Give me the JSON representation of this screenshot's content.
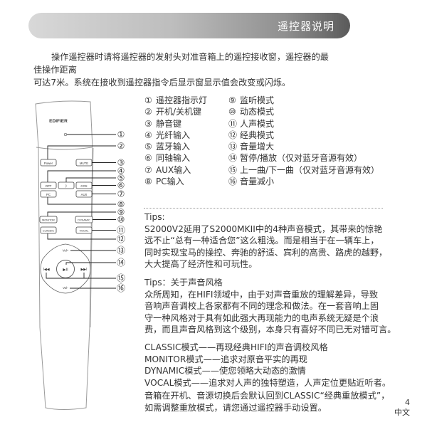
{
  "header": {
    "title": "遥控器说明",
    "gradient_colors": [
      "#d8d8d8",
      "#bdbdbd",
      "#8f8f8f",
      "#5a5a5a"
    ]
  },
  "intro": {
    "line1": "操作遥控器时请将遥控器的发射头对准音箱上的遥控接收窗，遥控器的最佳操作距离",
    "line2": "可达7米。系统在接收到遥控器指令后显示窗显示值会改变或闪烁。"
  },
  "remote": {
    "brand": "EDIFIER",
    "buttons": {
      "power": "Power",
      "mute": "MUTE",
      "opt": "OPT",
      "bt": "ᛒ",
      "cox": "COX",
      "pc": "PC",
      "aux": "AUX",
      "monitor": "MONITOR",
      "dynamic": "DYNAMIC",
      "classic": "CLASSIC",
      "vocal": "VOCAL",
      "vol_up": "Vol+",
      "vol_down": "Vol-",
      "play_pause": "▶II",
      "prev": "I◀◀",
      "next": "▶▶I"
    },
    "callouts": [
      "①",
      "②",
      "③",
      "④",
      "⑤",
      "⑥",
      "⑦",
      "⑧",
      "⑨",
      "⑩",
      "⑪",
      "⑫",
      "⑬",
      "⑭",
      "⑮",
      "⑯"
    ]
  },
  "legend": {
    "col1": [
      {
        "num": "①",
        "label": "遥控器指示灯"
      },
      {
        "num": "②",
        "label": "开机/关机键"
      },
      {
        "num": "③",
        "label": "静音键"
      },
      {
        "num": "④",
        "label": "光纤输入"
      },
      {
        "num": "⑤",
        "label": "蓝牙输入"
      },
      {
        "num": "⑥",
        "label": "同轴输入"
      },
      {
        "num": "⑦",
        "label": "AUX输入"
      },
      {
        "num": "⑧",
        "label": "PC输入"
      }
    ],
    "col2": [
      {
        "num": "⑨",
        "label": "监听模式"
      },
      {
        "num": "⑩",
        "label": "动态模式"
      },
      {
        "num": "⑪",
        "label": "人声模式"
      },
      {
        "num": "⑫",
        "label": "经典模式"
      },
      {
        "num": "⑬",
        "label": "音量增大"
      },
      {
        "num": "⑭",
        "label": "暂停/播放（仅对蓝牙音源有效）"
      },
      {
        "num": "⑮",
        "label": "上一曲/下一曲（仅对蓝牙音源有效）"
      },
      {
        "num": "⑯",
        "label": "音量减小"
      }
    ]
  },
  "tips1": {
    "title": "Tips:",
    "lines": [
      "S2000V2延用了S2000MKII中的4种声音模式，其带来的惊艳",
      "远不止“总有一种适合您”这么粗浅。而是相当于在一辆车上，",
      "同时实现宝马的操控、奔驰的舒适、宾利的高贵、路虎的越野，",
      "大大提高了经济性和可玩性。"
    ]
  },
  "tips2": {
    "title": "Tips：关于声音风格",
    "lines": [
      "众所周知，在HIFI领域中，由于对声音重放的理解差异，导致",
      "音响声音调校上各家都有不同的理念和做法。在一套音响上固",
      "守一种风格对于具有如此强大再现能力的电声系统无疑是个浪",
      "费，而且声音风格到这个级别，本身只有喜好不同已无对错可言。"
    ]
  },
  "modes": [
    "CLASSIC模式——再现经典HIFI的声音调校风格",
    "MONITOR模式——追求对原音平实的再现",
    "DYNAMIC模式——使您领略大动态的激情",
    "VOCAL模式——追求对人声的独特塑造，人声定位更贴近听者。"
  ],
  "footer_note": [
    "音箱在开机、音源切换后会默认回到CLASSIC“经典重放模式”，",
    "如需调整重放模式，请您通过遥控器手动设置。"
  ],
  "page": {
    "number": "4",
    "language": "中文"
  }
}
